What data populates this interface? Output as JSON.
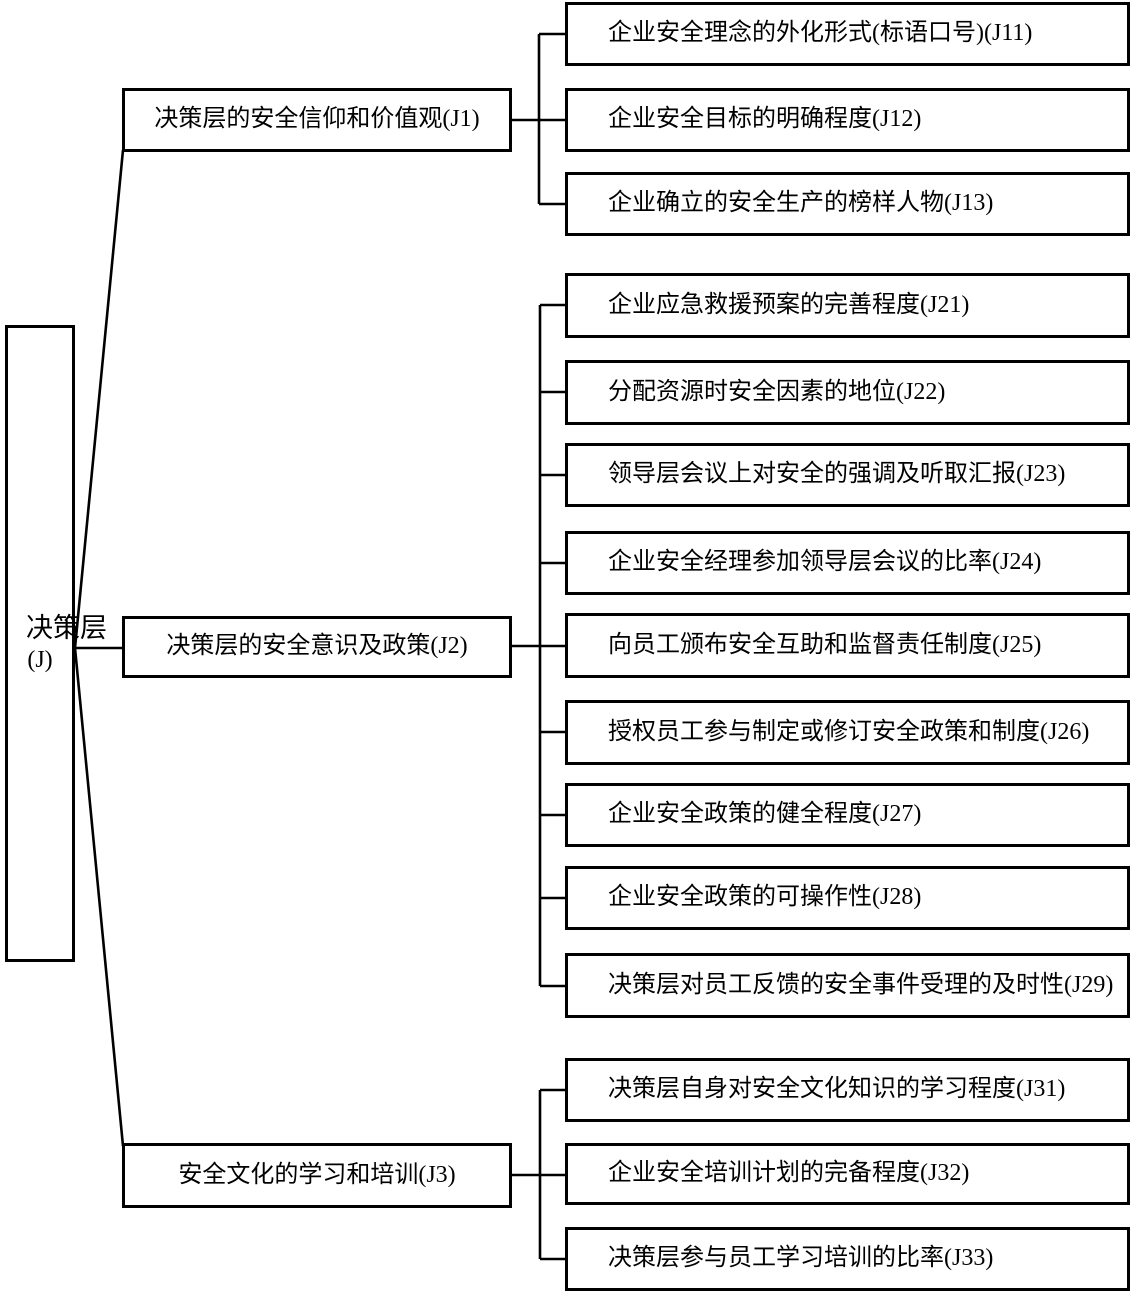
{
  "diagram": {
    "title_semantic": "decision-layer safety-culture index tree",
    "colors": {
      "line": "#000000",
      "background": "#ffffff",
      "text": "#000000"
    },
    "root": {
      "label": "决策层",
      "suffix": "(J)"
    },
    "branches": [
      {
        "label": "决策层的安全信仰和价值观(J1)",
        "children": [
          "企业安全理念的外化形式(标语口号)(J11)",
          "企业安全目标的明确程度(J12)",
          "企业确立的安全生产的榜样人物(J13)"
        ]
      },
      {
        "label": "决策层的安全意识及政策(J2)",
        "children": [
          "企业应急救援预案的完善程度(J21)",
          "分配资源时安全因素的地位(J22)",
          "领导层会议上对安全的强调及听取汇报(J23)",
          "企业安全经理参加领导层会议的比率(J24)",
          "向员工颁布安全互助和监督责任制度(J25)",
          "授权员工参与制定或修订安全政策和制度(J26)",
          "企业安全政策的健全程度(J27)",
          "企业安全政策的可操作性(J28)",
          "决策层对员工反馈的安全事件受理的及时性(J29)"
        ]
      },
      {
        "label": "安全文化的学习和培训(J3)",
        "children": [
          "决策层自身对安全文化知识的学习程度(J31)",
          "企业安全培训计划的完备程度(J32)",
          "决策层参与员工学习培训的比率(J33)"
        ]
      }
    ]
  }
}
